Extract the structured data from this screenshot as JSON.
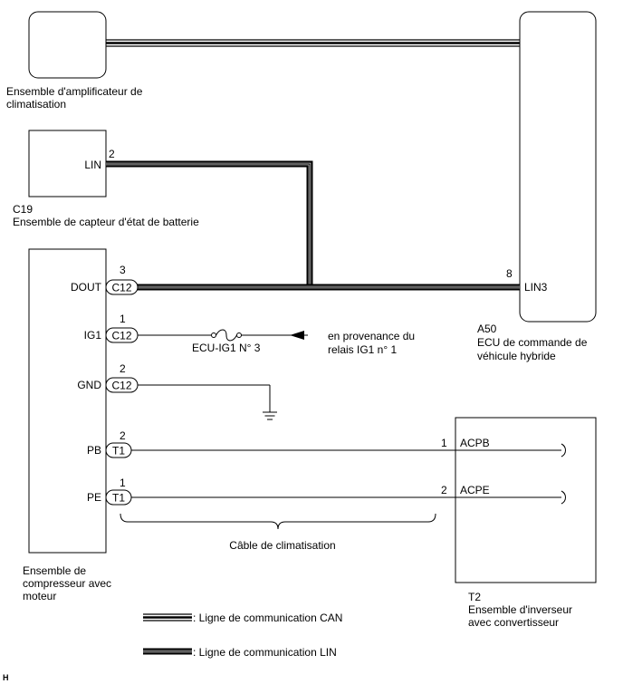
{
  "components": {
    "ac_amplifier": {
      "name_line1": "Ensemble d'amplificateur de",
      "name_line2": "climatisation"
    },
    "battery_sensor": {
      "code": "C19",
      "name": "Ensemble de capteur d'état de batterie",
      "pin_label": "LIN",
      "pin_number": "2"
    },
    "hybrid_ecu": {
      "code": "A50",
      "name_line1": "ECU de commande de",
      "name_line2": "véhicule hybride",
      "pin_label": "LIN3",
      "pin_number": "8"
    },
    "compressor": {
      "name_line1": "Ensemble de",
      "name_line2": "compresseur avec",
      "name_line3": "moteur",
      "pins": [
        {
          "label": "DOUT",
          "number": "3",
          "connector": "C12"
        },
        {
          "label": "IG1",
          "number": "1",
          "connector": "C12"
        },
        {
          "label": "GND",
          "number": "2",
          "connector": "C12"
        },
        {
          "label": "PB",
          "number": "2",
          "connector": "T1"
        },
        {
          "label": "PE",
          "number": "1",
          "connector": "T1"
        }
      ]
    },
    "inverter": {
      "code": "T2",
      "name_line1": "Ensemble d'inverseur",
      "name_line2": "avec convertisseur",
      "pins": [
        {
          "label": "ACPB",
          "number": "1"
        },
        {
          "label": "ACPE",
          "number": "2"
        }
      ]
    }
  },
  "fuse": {
    "label": "ECU-IG1 N° 3"
  },
  "power_source": {
    "line1": "en provenance du",
    "line2": "relais IG1 n° 1"
  },
  "cable_label": "Câble de climatisation",
  "legend": {
    "can": ": Ligne de communication CAN",
    "lin": ": Ligne de communication LIN"
  },
  "corner_mark": "H"
}
